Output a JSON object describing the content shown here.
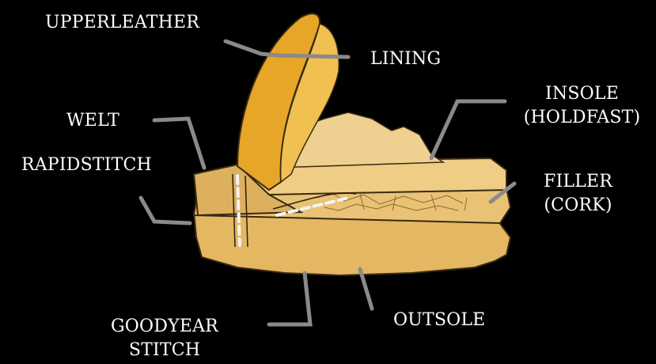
{
  "diagram": {
    "labels": {
      "upperleather": "UPPERLEATHER",
      "lining": "LINING",
      "welt": "WELT",
      "insole_line1": "INSOLE",
      "insole_line2": "(HOLDFAST)",
      "rapidstitch": "RAPIDSTITCH",
      "filler_line1": "FILLER",
      "filler_line2": "(CORK)",
      "goodyear_line1": "GOODYEAR",
      "goodyear_line2": "STITCH",
      "outsole": "OUTSOLE"
    },
    "colors": {
      "background": "#000000",
      "text": "#ffffff",
      "leader_line": "#8a8a8a",
      "upper_leather": "#e8a628",
      "sole_layers": "#e6bd6c",
      "outline": "#3a2a10"
    }
  }
}
